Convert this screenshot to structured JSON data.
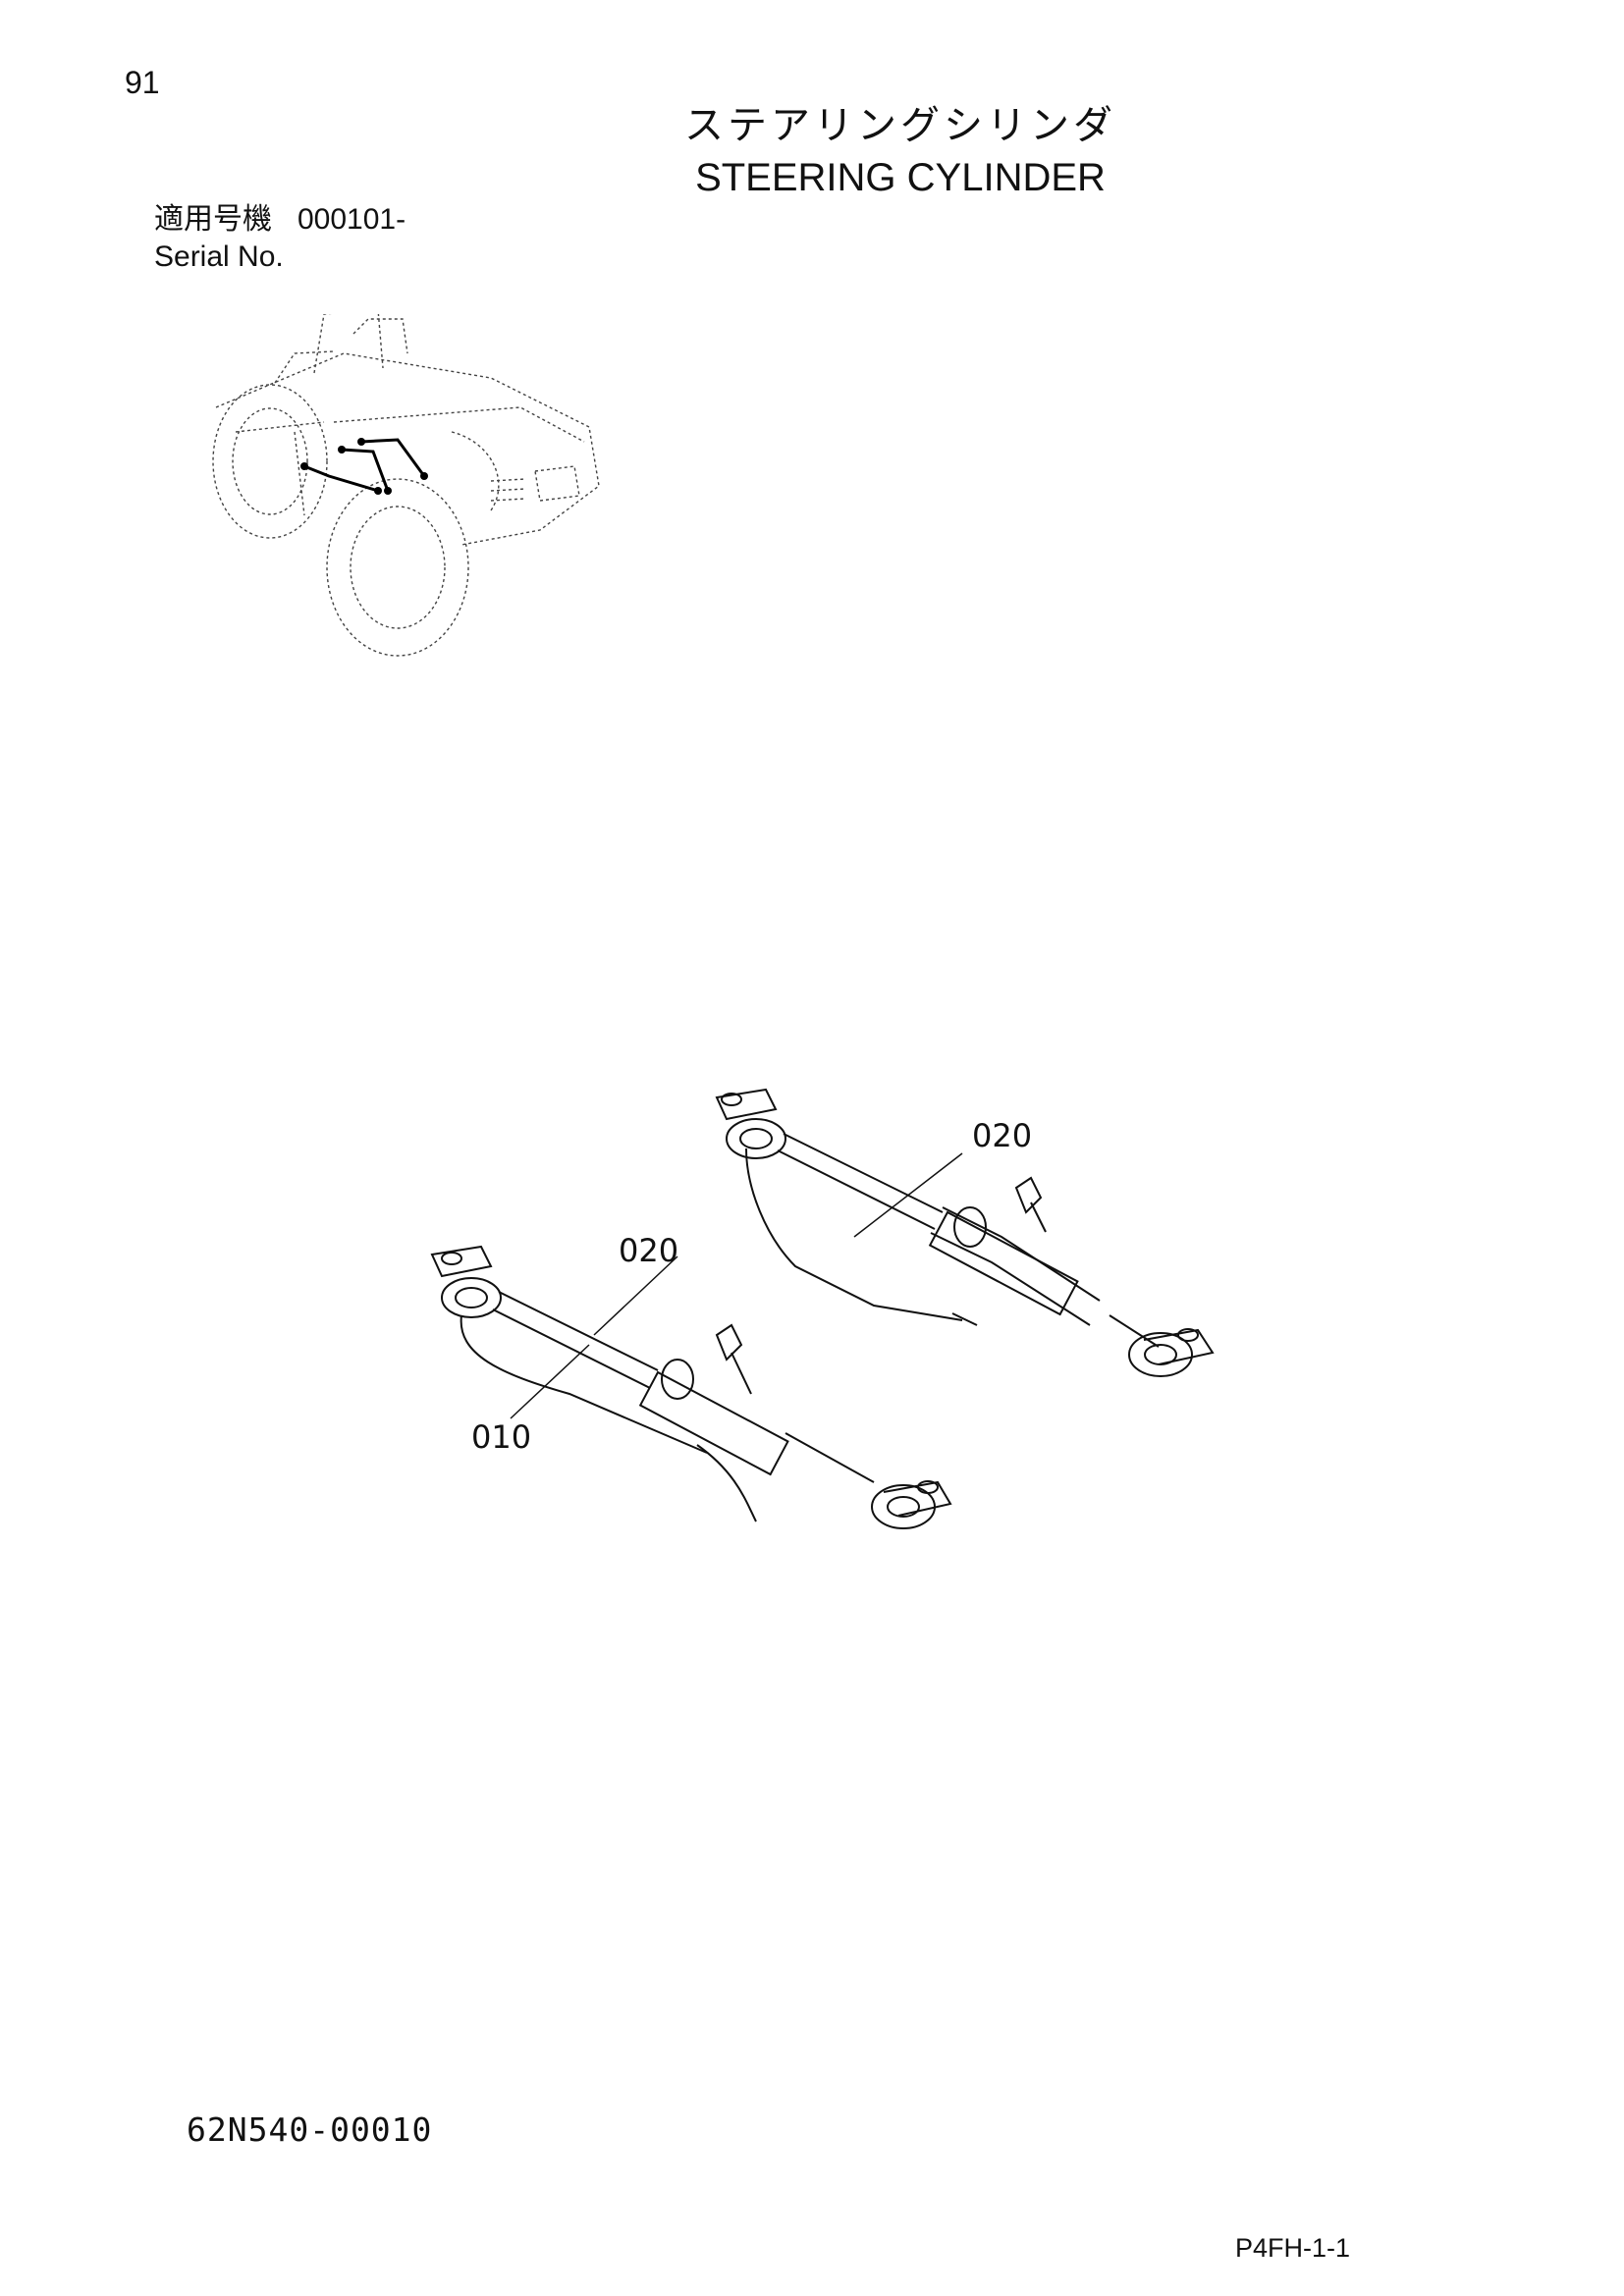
{
  "page": {
    "number": "91",
    "title_jp": "ステアリングシリンダ",
    "title_en": "STEERING CYLINDER",
    "applicable_label_jp": "適用号機",
    "serial_value": "000101-",
    "serial_label_en": "Serial No.",
    "drawing_number": "62N540-00010",
    "page_code": "P4FH-1-1"
  },
  "illustrations": {
    "location_view": {
      "icon": "wheel-loader-location-icon"
    },
    "exploded_view": {
      "callouts": [
        {
          "label": "020"
        },
        {
          "label": "020"
        },
        {
          "label": "010"
        }
      ]
    }
  }
}
